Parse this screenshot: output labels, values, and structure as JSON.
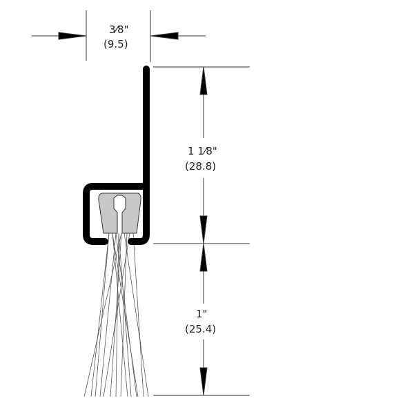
{
  "dimensions": {
    "width": {
      "imperial": "3⁄8\"",
      "metric": "(9.5)"
    },
    "flange_height": {
      "imperial": "1 1⁄8\"",
      "metric": "(28.8)"
    },
    "brush_length": {
      "imperial": "1\"",
      "metric": "(25.4)"
    }
  },
  "colors": {
    "profile": "#000000",
    "insert": "#c8c8c8",
    "lines": "#333333"
  }
}
